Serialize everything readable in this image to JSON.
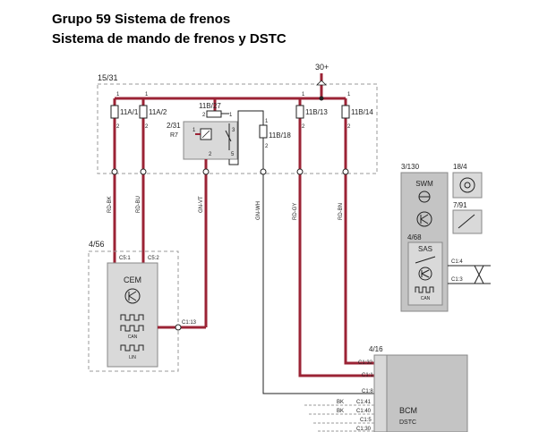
{
  "header": {
    "title": "Grupo 59 Sistema de frenos",
    "subtitle": "Sistema de mando de frenos y DSTC"
  },
  "colors": {
    "wire": "#9b2335",
    "dash": "#999999",
    "module_fill": "#d9d9d9",
    "module_fill_dark": "#c4c4c4"
  },
  "supply": {
    "label": "30+",
    "box_label": "15/31"
  },
  "fuses": [
    {
      "id": "11A/1",
      "pin_top": "1",
      "pin_bottom": "2"
    },
    {
      "id": "11A/2",
      "pin_top": "1",
      "pin_bottom": "2"
    },
    {
      "id": "11B/13",
      "pin_top": "1",
      "pin_bottom": "2"
    },
    {
      "id": "11B/14",
      "pin_top": "1",
      "pin_bottom": "2"
    },
    {
      "id": "11B/18",
      "pin_top": "1",
      "pin_bottom": "2"
    },
    {
      "id": "11B/27",
      "pin_top": "2",
      "pin_bottom": "1"
    }
  ],
  "relay": {
    "id": "2/31",
    "sub": "R7",
    "pins": [
      "1",
      "3",
      "2",
      "5"
    ]
  },
  "wires": [
    "RD-BK",
    "RD-BU",
    "GN-VT",
    "GN-WH",
    "RD-GY",
    "RD-BN"
  ],
  "cem": {
    "box_label": "4/56",
    "name": "CEM",
    "connectors": [
      "C5:1",
      "C5:2",
      "C1:13"
    ],
    "bus_labels": [
      "CAN",
      "LIN"
    ]
  },
  "right_panel": {
    "label_left": "3/130",
    "label_right": "18/4",
    "swm": "SWM",
    "label_791": "7/91",
    "sas_id": "4/68",
    "sas": "SAS",
    "can": "CAN",
    "connectors": [
      "C1:4",
      "C1:3"
    ]
  },
  "bcm": {
    "id": "4/16",
    "name": "BCM",
    "sub": "DSTC",
    "connectors": [
      "C1:32",
      "C1:1",
      "C1:8",
      "C1:41",
      "C1:40",
      "C1:5",
      "C1:30"
    ],
    "bk_labels": [
      "BK",
      "BK"
    ]
  }
}
